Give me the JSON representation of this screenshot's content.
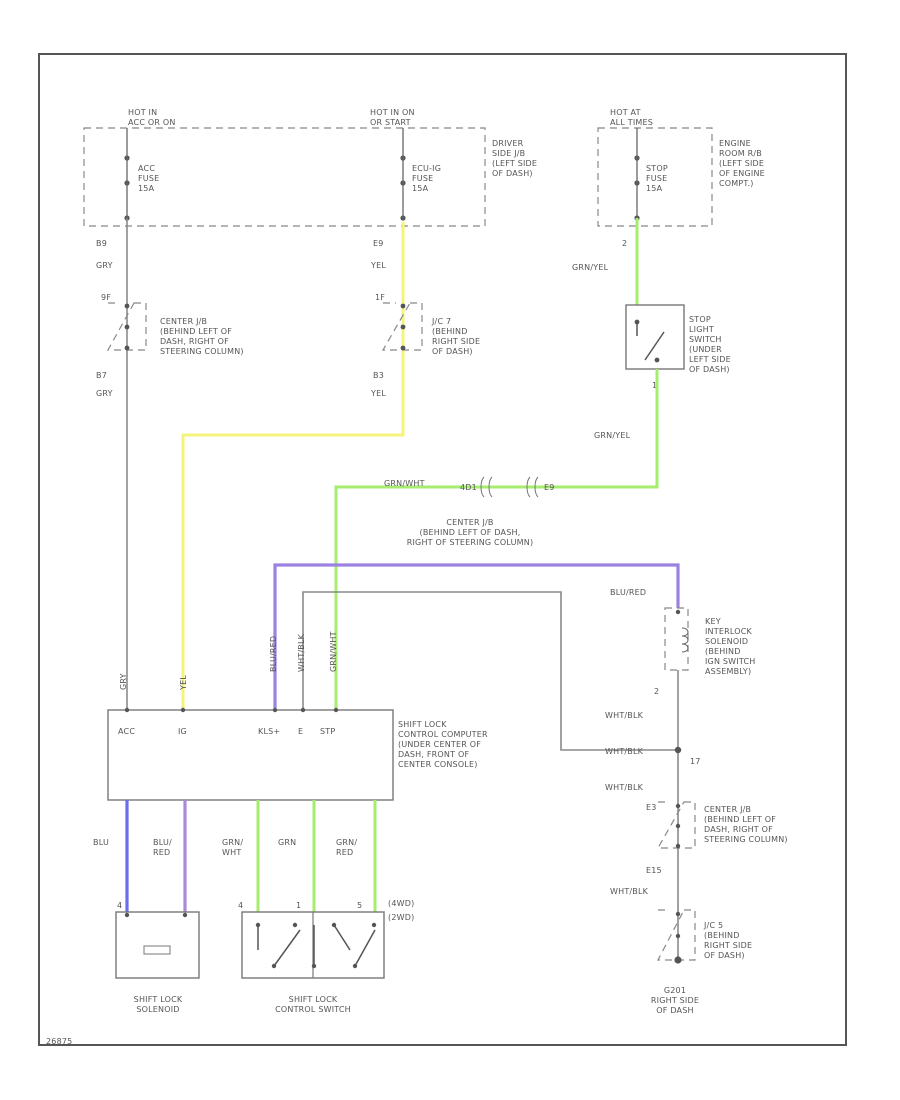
{
  "fuse_boxes": {
    "hot_ig": "HOT IN\nACC OR ON",
    "hot_ig_on": "HOT IN ON\nOR START",
    "hot_at": "HOT AT\nALL TIMES",
    "acc_fuse": "ACC\nFUSE\n15A",
    "ecu_fuse": "ECU-IG\nFUSE\n15A",
    "stop_fuse": "STOP\nFUSE\n15A",
    "driver_jb": "DRIVER\nSIDE J/B\n(LEFT SIDE\nOF DASH)",
    "engine_room": "ENGINE\nROOM R/B\n(LEFT SIDE\nOF ENGINE\nCOMPT.)"
  },
  "wires": {
    "acc_top_pin": "B9",
    "acc_top_color": "GRY",
    "acc_conn": "9F",
    "acc_bottom_pin": "B7",
    "acc_bottom_color": "GRY",
    "ig_top_pin": "E9",
    "ig_top_color": "YEL",
    "ig_conn": "1F",
    "ig_bottom_pin": "B3",
    "ig_bottom_color": "YEL",
    "stop_pin_top": "2",
    "stop_top_color": "GRN/YEL",
    "stop_pin_bottom": "1",
    "stop_bottom_color": "GRN/YEL",
    "grn_wht_horizontal": "GRN/WHT",
    "conn_a": "4D1",
    "conn_b": "E9",
    "blu_red_top": "BLU/RED",
    "ecu_vert_gry": "GRY",
    "ecu_vert_yel": "YEL",
    "ecu_vert_blured": "BLU/RED",
    "ecu_vert_whtblk": "WHT/BLK",
    "ecu_vert_grnwht": "GRN/WHT",
    "whtblk_1": "WHT/BLK",
    "whtblk_2": "WHT/BLK",
    "whtblk_3": "WHT/BLK",
    "whtblk_4": "WHT/BLK",
    "pin_2": "2",
    "pin_17": "17",
    "pin_e3": "E3",
    "pin_e15": "E15",
    "blu": "BLU",
    "blu_red_low": "BLU/\nRED",
    "grn_wht_low": "GRN/\nWHT",
    "grn_low": "GRN",
    "grn_red_low": "GRN/\nRED",
    "num_4": "4",
    "num_1": "1",
    "num_5": "5",
    "num_4b": "4",
    "mode_a": "(4WD)",
    "mode_b": "(2WD)"
  },
  "labels": {
    "center_jb_1": "CENTER J/B\n(BEHIND LEFT OF\nDASH, RIGHT OF\nSTEERING COLUMN)",
    "jc7": "J/C 7\n(BEHIND\nRIGHT SIDE\nOF DASH)",
    "stop_switch": "STOP\nLIGHT\nSWITCH\n(UNDER\nLEFT SIDE\nOF DASH)",
    "center_jb_2": "CENTER J/B\n(BEHIND LEFT OF DASH,\nRIGHT OF STEERING COLUMN)",
    "key_interlock": "KEY\nINTERLOCK\nSOLENOID\n(BEHIND\nIGN SWITCH\nASSEMBLY)",
    "ecu": "SHIFT LOCK\nCONTROL COMPUTER\n(UNDER CENTER OF\nDASH, FRONT OF\nCENTER CONSOLE)",
    "center_jb_3": "CENTER J/B\n(BEHIND LEFT OF\nDASH, RIGHT OF\nSTEERING COLUMN)",
    "jc5": "J/C 5\n(BEHIND\nRIGHT SIDE\nOF DASH)",
    "ground": "G201\nRIGHT SIDE\nOF DASH",
    "solenoid": "SHIFT LOCK\nSOLENOID",
    "control_switch": "SHIFT LOCK\nCONTROL SWITCH",
    "ecu_pins": {
      "acc": "ACC",
      "ig": "IG",
      "kls": "KLS+",
      "e": "E",
      "stp": "STP"
    },
    "corner_id": "26875"
  }
}
